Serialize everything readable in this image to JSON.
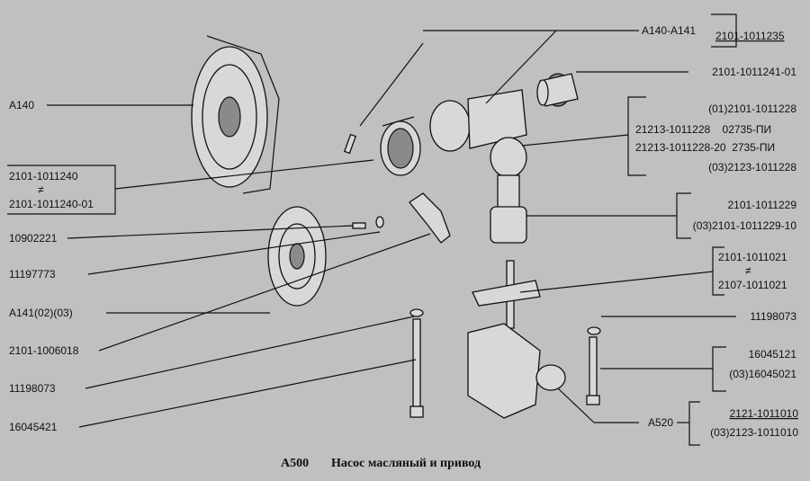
{
  "left_labels": {
    "a140": "A140",
    "gear_1": "2101-1011240",
    "neq": "≠",
    "gear_2": "2101-1011240-01",
    "bolt": "10902221",
    "washer": "11197773",
    "a141": "A141(02)(03)",
    "plate": "2101-1006018",
    "washer2": "11198073",
    "stud": "16045421"
  },
  "right_labels": {
    "a140_a141": "A140-A141",
    "shaft": "2101-1011235",
    "bushing": "2101-1011241-01",
    "gear_drive": [
      "(01)2101-1011228",
      "21213-1011228    02735-ПИ",
      "21213-1011228-20  2735-ПИ",
      "(03)2123-1011228"
    ],
    "drive_shaft": [
      "2101-1011229",
      "(03)2101-1011229-10"
    ],
    "pump_shaft": [
      "2101-1011021",
      "2107-1011021"
    ],
    "neq": "≠",
    "washer": "11198073",
    "bolt": [
      "16045121",
      "(03)16045021"
    ],
    "a520": "A520",
    "pump": [
      "2121-1011010",
      "(03)2123-1011010"
    ]
  },
  "caption": {
    "code": "A500",
    "title": "Насос масляный и привод"
  }
}
